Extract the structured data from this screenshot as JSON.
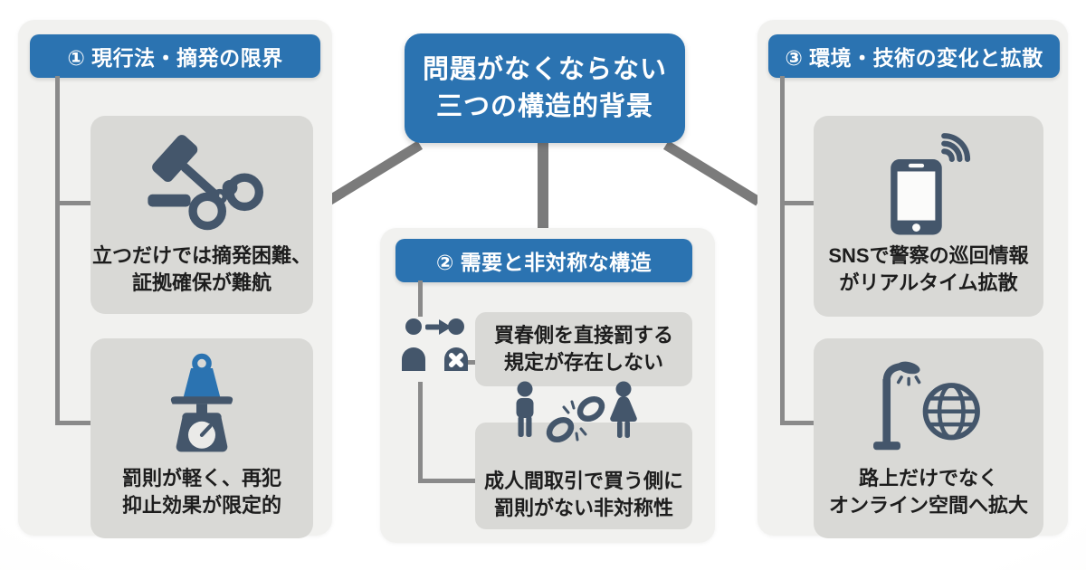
{
  "title": {
    "line1": "問題がなくならない",
    "line2": "三つの構造的背景"
  },
  "columns": [
    {
      "id": "current-law-limits",
      "header": "① 現行法・摘発の限界",
      "cards": [
        {
          "icon": "gavel-handcuffs-icon",
          "line1": "立つだけでは摘発困難、",
          "line2": "証拠確保が難航"
        },
        {
          "icon": "weight-scale-icon",
          "line1": "罰則が軽く、再犯",
          "line2": "抑止効果が限定的"
        }
      ]
    },
    {
      "id": "demand-asymmetry",
      "header": "② 需要と非対称な構造",
      "cards": [
        {
          "icon": "buyer-arrow-no-penalty-icon",
          "line1": "買春側を直接罰する",
          "line2": "規定が存在しない"
        },
        {
          "icon": "broken-chain-couple-icon",
          "line1": "成人間取引で買う側に",
          "line2": "罰則がない非対称性"
        }
      ]
    },
    {
      "id": "environment-tech-spread",
      "header": "③ 環境・技術の変化と拡散",
      "cards": [
        {
          "icon": "smartphone-signal-icon",
          "line1": "SNSで警察の巡回情報",
          "line2": "がリアルタイム拡散"
        },
        {
          "icon": "streetlamp-globe-icon",
          "line1": "路上だけでなく",
          "line2": "オンライン空間へ拡大"
        }
      ]
    }
  ],
  "colors": {
    "accent_blue": "#2b73b1",
    "panel_gray": "#f1f1ef",
    "card_gray": "#d9d9d6",
    "icon_slate": "#44566b",
    "connector_gray": "#7b7b7b",
    "text_dark": "#1d1d1d",
    "text_white": "#ffffff"
  }
}
